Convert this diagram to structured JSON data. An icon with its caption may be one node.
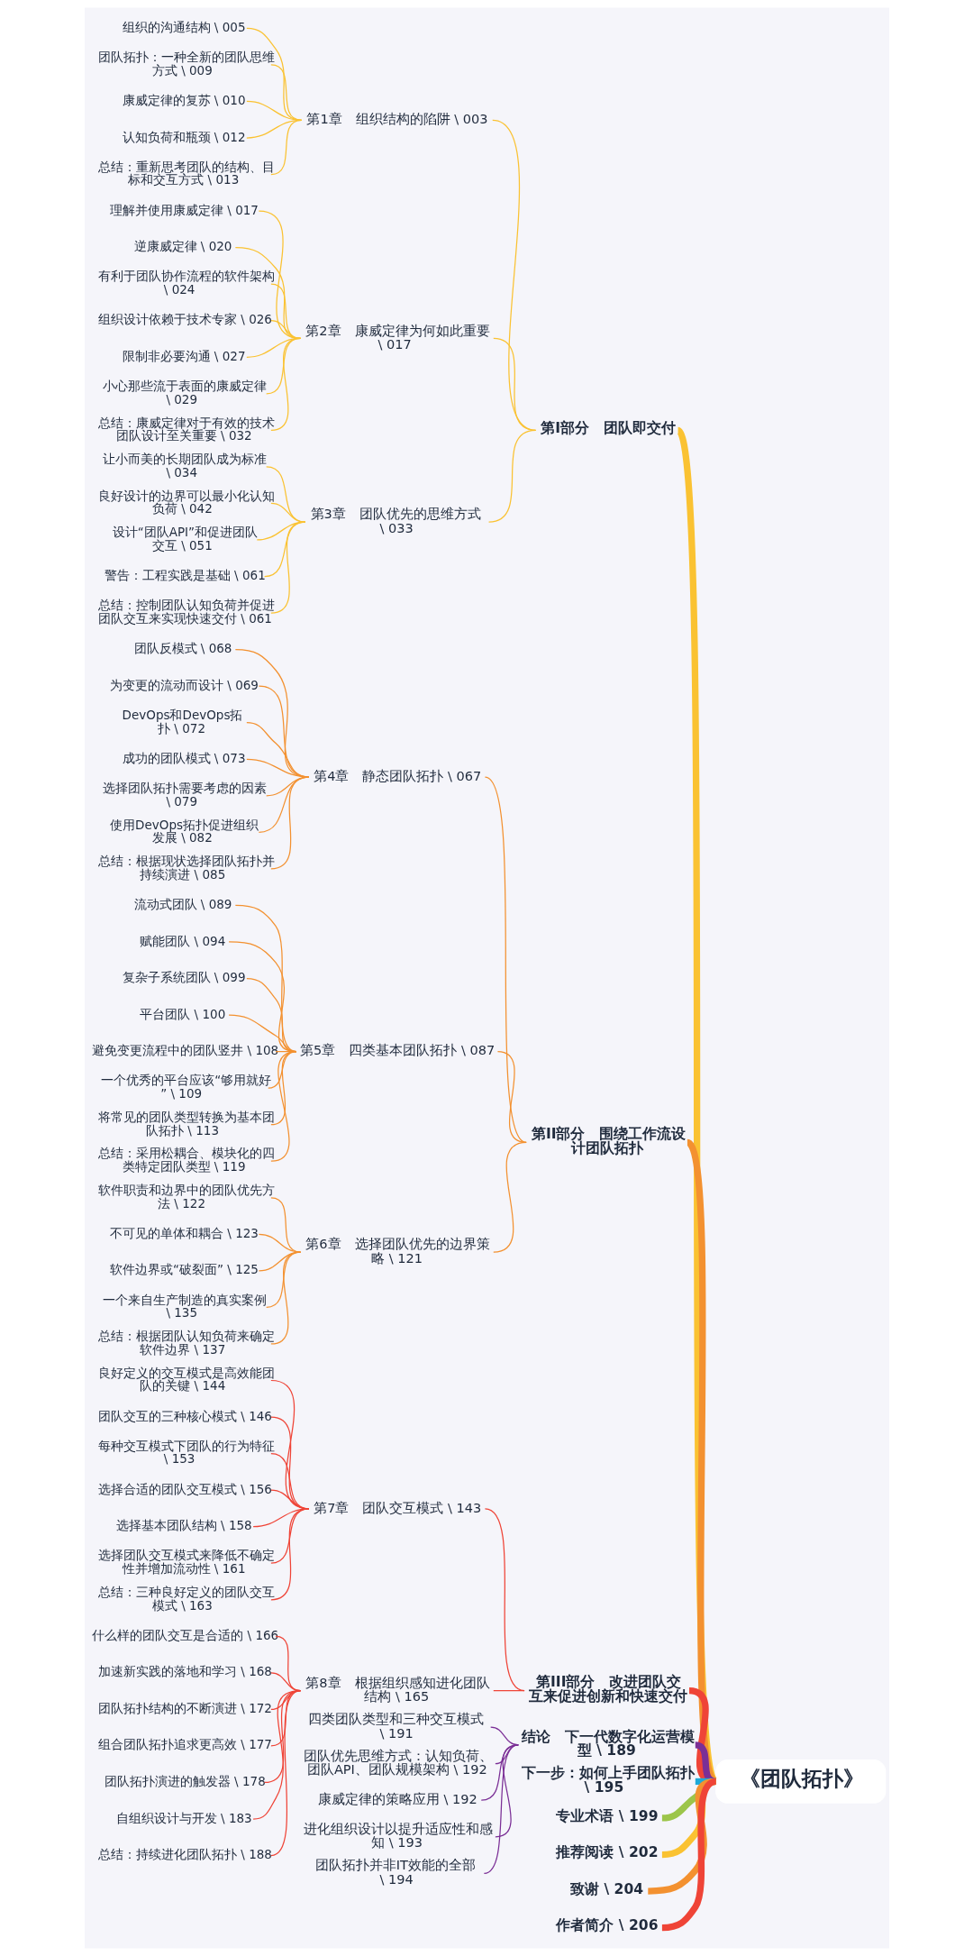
{
  "diagram": {
    "nodes": [
      {
        "text": [
          "《团队拓扑》"
        ]
      },
      {
        "text": [
          "第I部分　团队即交付"
        ]
      },
      {
        "text": [
          "第1章　组织结构的陷阱 \\ 003"
        ]
      },
      {
        "text": [
          "组织的沟通结构 \\ 005"
        ]
      },
      {
        "text": [
          "团队拓扑：一种全新的团队思维方式 \\ 009"
        ]
      },
      {
        "text": [
          "康威定律的复苏 \\ 010"
        ]
      },
      {
        "text": [
          "认知负荷和瓶颈 \\ 012"
        ]
      },
      {
        "text": [
          "总结：重新思考团队的结构、目标和交互方式 \\ 013"
        ]
      },
      {
        "text": [
          "第2章　康威定律为何如此重要 \\ 017"
        ]
      },
      {
        "text": [
          "理解并使用康威定律 \\ 017"
        ]
      },
      {
        "text": [
          "逆康威定律 \\ 020"
        ]
      },
      {
        "text": [
          "有利于团队协作流程的软件架构 \\ 024"
        ]
      },
      {
        "text": [
          "组织设计依赖于技术专家 \\ 026"
        ]
      },
      {
        "text": [
          "限制非必要沟通 \\ 027"
        ]
      },
      {
        "text": [
          "小心那些流于表面的康威定律 \\ 029"
        ]
      },
      {
        "text": [
          "总结：康威定律对于有效的技术团队设计至关重要 \\ 032"
        ]
      },
      {
        "text": [
          "第3章　团队优先的思维方式 \\ 033"
        ]
      },
      {
        "text": [
          "让小而美的长期团队成为标准 \\ 034"
        ]
      },
      {
        "text": [
          "良好设计的边界可以最小化认知负荷 \\ 042"
        ]
      },
      {
        "text": [
          "设计“团队API”和促进团队交互 \\ 051"
        ]
      },
      {
        "text": [
          "警告：工程实践是基础 \\ 061"
        ]
      },
      {
        "text": [
          "总结：控制团队认知负荷并促进团队交互来实现快速交付 \\ 061"
        ]
      },
      {
        "text": [
          "第II部分　围绕工作流设计团队拓扑"
        ]
      },
      {
        "text": [
          "第4章　静态团队拓扑 \\ 067"
        ]
      },
      {
        "text": [
          "团队反模式 \\ 068"
        ]
      },
      {
        "text": [
          "为变更的流动而设计 \\ 069"
        ]
      },
      {
        "text": [
          "DevOps和DevOps拓扑 \\ 072"
        ]
      },
      {
        "text": [
          "成功的团队模式 \\ 073"
        ]
      },
      {
        "text": [
          "选择团队拓扑需要考虑的因素 \\ 079"
        ]
      },
      {
        "text": [
          "使用DevOps拓扑促进组织发展 \\ 082"
        ]
      },
      {
        "text": [
          "总结：根据现状选择团队拓扑并持续演进 \\ 085"
        ]
      },
      {
        "text": [
          "第5章　四类基本团队拓扑 \\ 087"
        ]
      },
      {
        "text": [
          "流动式团队 \\ 089"
        ]
      },
      {
        "text": [
          "赋能团队 \\ 094"
        ]
      },
      {
        "text": [
          "复杂子系统团队 \\ 099"
        ]
      },
      {
        "text": [
          "平台团队 \\ 100"
        ]
      },
      {
        "text": [
          "避免变更流程中的团队竖井 \\ 108"
        ]
      },
      {
        "text": [
          "一个优秀的平台应该“够用就好” \\ 109"
        ]
      },
      {
        "text": [
          "将常见的团队类型转换为基本团队拓扑 \\ 113"
        ]
      },
      {
        "text": [
          "总结：采用松耦合、模块化的四类特定团队类型 \\ 119"
        ]
      },
      {
        "text": [
          "第6章　选择团队优先的边界策略 \\ 121"
        ]
      },
      {
        "text": [
          "软件职责和边界中的团队优先方法 \\ 122"
        ]
      },
      {
        "text": [
          "不可见的单体和耦合 \\ 123"
        ]
      },
      {
        "text": [
          "软件边界或“破裂面” \\ 125"
        ]
      },
      {
        "text": [
          "一个来自生产制造的真实案例 \\ 135"
        ]
      },
      {
        "text": [
          "总结：根据团队认知负荷来确定软件边界 \\ 137"
        ]
      },
      {
        "text": [
          "第III部分　改进团队交互来促进创新和快速交付"
        ]
      },
      {
        "text": [
          "第7章　团队交互模式 \\ 143"
        ]
      },
      {
        "text": [
          "良好定义的交互模式是高效能团队的关键 \\ 144"
        ]
      },
      {
        "text": [
          "团队交互的三种核心模式 \\ 146"
        ]
      },
      {
        "text": [
          "每种交互模式下团队的行为特征 \\ 153"
        ]
      },
      {
        "text": [
          "选择合适的团队交互模式 \\ 156"
        ]
      },
      {
        "text": [
          "选择基本团队结构 \\ 158"
        ]
      },
      {
        "text": [
          "选择团队交互模式来降低不确定性并增加流动性 \\ 161"
        ]
      },
      {
        "text": [
          "总结：三种良好定义的团队交互模式 \\ 163"
        ]
      },
      {
        "text": [
          "第8章　根据组织感知进化团队结构 \\ 165"
        ]
      },
      {
        "text": [
          "什么样的团队交互是合适的 \\ 166"
        ]
      },
      {
        "text": [
          "加速新实践的落地和学习 \\ 168"
        ]
      },
      {
        "text": [
          "团队拓扑结构的不断演进 \\ 172"
        ]
      },
      {
        "text": [
          "组合团队拓扑追求更高效 \\ 177"
        ]
      },
      {
        "text": [
          "团队拓扑演进的触发器 \\ 178"
        ]
      },
      {
        "text": [
          "自组织设计与开发 \\ 183"
        ]
      },
      {
        "text": [
          "总结：持续进化团队拓扑 \\ 188"
        ]
      },
      {
        "text": [
          "结论　下一代数字化运营模型 \\ 189"
        ]
      },
      {
        "text": [
          "四类团队类型和三种交互模式 \\ 191"
        ]
      },
      {
        "text": [
          "团队优先思维方式：认知负荷、团队API、团队规模架构 \\ 192"
        ]
      },
      {
        "text": [
          "康威定律的策略应用 \\ 192"
        ]
      },
      {
        "text": [
          "进化组织设计以提升适应性和感知 \\ 193"
        ]
      },
      {
        "text": [
          "团队拓扑并非IT效能的全部 \\ 194"
        ]
      },
      {
        "text": [
          "下一步：如何上手团队拓扑 \\ 195"
        ]
      },
      {
        "text": [
          "专业术语 \\ 199"
        ]
      },
      {
        "text": [
          "推荐阅读 \\ 202"
        ]
      },
      {
        "text": [
          "致谢 \\ 204"
        ]
      },
      {
        "text": [
          "作者简介 \\ 206"
        ]
      }
    ],
    "edges": [
      {
        "from": 0,
        "to": 1,
        "arrow": "none",
        "style": "thick",
        "color": "#fac232"
      },
      {
        "from": 1,
        "to": 2,
        "arrow": "none",
        "color": "#fac232"
      },
      {
        "from": 2,
        "to": 3,
        "arrow": "none",
        "color": "#fac232"
      },
      {
        "from": 2,
        "to": 4,
        "arrow": "none",
        "color": "#fac232"
      },
      {
        "from": 2,
        "to": 5,
        "arrow": "none",
        "color": "#fac232"
      },
      {
        "from": 2,
        "to": 6,
        "arrow": "none",
        "color": "#fac232"
      },
      {
        "from": 2,
        "to": 7,
        "arrow": "none",
        "color": "#fac232"
      },
      {
        "from": 1,
        "to": 8,
        "arrow": "none",
        "color": "#fac232"
      },
      {
        "from": 8,
        "to": 9,
        "arrow": "none",
        "color": "#fac232"
      },
      {
        "from": 8,
        "to": 10,
        "arrow": "none",
        "color": "#fac232"
      },
      {
        "from": 8,
        "to": 11,
        "arrow": "none",
        "color": "#fac232"
      },
      {
        "from": 8,
        "to": 12,
        "arrow": "none",
        "color": "#fac232"
      },
      {
        "from": 8,
        "to": 13,
        "arrow": "none",
        "color": "#fac232"
      },
      {
        "from": 8,
        "to": 14,
        "arrow": "none",
        "color": "#fac232"
      },
      {
        "from": 8,
        "to": 15,
        "arrow": "none",
        "color": "#fac232"
      },
      {
        "from": 1,
        "to": 16,
        "arrow": "none",
        "color": "#fac232"
      },
      {
        "from": 16,
        "to": 17,
        "arrow": "none",
        "color": "#fac232"
      },
      {
        "from": 16,
        "to": 18,
        "arrow": "none",
        "color": "#fac232"
      },
      {
        "from": 16,
        "to": 19,
        "arrow": "none",
        "color": "#fac232"
      },
      {
        "from": 16,
        "to": 20,
        "arrow": "none",
        "color": "#fac232"
      },
      {
        "from": 16,
        "to": 21,
        "arrow": "none",
        "color": "#fac232"
      },
      {
        "from": 0,
        "to": 22,
        "arrow": "none",
        "style": "thick",
        "color": "#f39130"
      },
      {
        "from": 22,
        "to": 23,
        "arrow": "none",
        "color": "#f39130"
      },
      {
        "from": 23,
        "to": 24,
        "arrow": "none",
        "color": "#f39130"
      },
      {
        "from": 23,
        "to": 25,
        "arrow": "none",
        "color": "#f39130"
      },
      {
        "from": 23,
        "to": 26,
        "arrow": "none",
        "color": "#f39130"
      },
      {
        "from": 23,
        "to": 27,
        "arrow": "none",
        "color": "#f39130"
      },
      {
        "from": 23,
        "to": 28,
        "arrow": "none",
        "color": "#f39130"
      },
      {
        "from": 23,
        "to": 29,
        "arrow": "none",
        "color": "#f39130"
      },
      {
        "from": 23,
        "to": 30,
        "arrow": "none",
        "color": "#f39130"
      },
      {
        "from": 22,
        "to": 31,
        "arrow": "none",
        "color": "#f39130"
      },
      {
        "from": 31,
        "to": 32,
        "arrow": "none",
        "color": "#f39130"
      },
      {
        "from": 31,
        "to": 33,
        "arrow": "none",
        "color": "#f39130"
      },
      {
        "from": 31,
        "to": 34,
        "arrow": "none",
        "color": "#f39130"
      },
      {
        "from": 31,
        "to": 35,
        "arrow": "none",
        "color": "#f39130"
      },
      {
        "from": 31,
        "to": 36,
        "arrow": "none",
        "color": "#f39130"
      },
      {
        "from": 31,
        "to": 37,
        "arrow": "none",
        "color": "#f39130"
      },
      {
        "from": 31,
        "to": 38,
        "arrow": "none",
        "color": "#f39130"
      },
      {
        "from": 31,
        "to": 39,
        "arrow": "none",
        "color": "#f39130"
      },
      {
        "from": 22,
        "to": 40,
        "arrow": "none",
        "color": "#f39130"
      },
      {
        "from": 40,
        "to": 41,
        "arrow": "none",
        "color": "#f39130"
      },
      {
        "from": 40,
        "to": 42,
        "arrow": "none",
        "color": "#f39130"
      },
      {
        "from": 40,
        "to": 43,
        "arrow": "none",
        "color": "#f39130"
      },
      {
        "from": 40,
        "to": 44,
        "arrow": "none",
        "color": "#f39130"
      },
      {
        "from": 40,
        "to": 45,
        "arrow": "none",
        "color": "#f39130"
      },
      {
        "from": 0,
        "to": 46,
        "arrow": "none",
        "style": "thick",
        "color": "#ef4437"
      },
      {
        "from": 46,
        "to": 47,
        "arrow": "none",
        "color": "#ef4437"
      },
      {
        "from": 47,
        "to": 48,
        "arrow": "none",
        "color": "#ef4437"
      },
      {
        "from": 47,
        "to": 49,
        "arrow": "none",
        "color": "#ef4437"
      },
      {
        "from": 47,
        "to": 50,
        "arrow": "none",
        "color": "#ef4437"
      },
      {
        "from": 47,
        "to": 51,
        "arrow": "none",
        "color": "#ef4437"
      },
      {
        "from": 47,
        "to": 52,
        "arrow": "none",
        "color": "#ef4437"
      },
      {
        "from": 47,
        "to": 53,
        "arrow": "none",
        "color": "#ef4437"
      },
      {
        "from": 47,
        "to": 54,
        "arrow": "none",
        "color": "#ef4437"
      },
      {
        "from": 46,
        "to": 55,
        "arrow": "none",
        "color": "#ef4437"
      },
      {
        "from": 55,
        "to": 56,
        "arrow": "none",
        "color": "#ef4437"
      },
      {
        "from": 55,
        "to": 57,
        "arrow": "none",
        "color": "#ef4437"
      },
      {
        "from": 55,
        "to": 58,
        "arrow": "none",
        "color": "#ef4437"
      },
      {
        "from": 55,
        "to": 59,
        "arrow": "none",
        "color": "#ef4437"
      },
      {
        "from": 55,
        "to": 60,
        "arrow": "none",
        "color": "#ef4437"
      },
      {
        "from": 55,
        "to": 61,
        "arrow": "none",
        "color": "#ef4437"
      },
      {
        "from": 55,
        "to": 62,
        "arrow": "none",
        "color": "#ef4437"
      },
      {
        "from": 0,
        "to": 63,
        "arrow": "none",
        "style": "thick",
        "color": "#7b2f96"
      },
      {
        "from": 63,
        "to": 64,
        "arrow": "none",
        "color": "#7b2f96"
      },
      {
        "from": 63,
        "to": 65,
        "arrow": "none",
        "color": "#7b2f96"
      },
      {
        "from": 63,
        "to": 66,
        "arrow": "none",
        "color": "#7b2f96"
      },
      {
        "from": 63,
        "to": 67,
        "arrow": "none",
        "color": "#7b2f96"
      },
      {
        "from": 63,
        "to": 68,
        "arrow": "none",
        "color": "#7b2f96"
      },
      {
        "from": 0,
        "to": 69,
        "arrow": "none",
        "style": "thick",
        "color": "#1eaad8"
      },
      {
        "from": 0,
        "to": 70,
        "arrow": "none",
        "style": "thick",
        "color": "#9cc54a"
      },
      {
        "from": 0,
        "to": 71,
        "arrow": "none",
        "style": "thick",
        "color": "#fac232"
      },
      {
        "from": 0,
        "to": 72,
        "arrow": "none",
        "style": "thick",
        "color": "#f39130"
      },
      {
        "from": 0,
        "to": 73,
        "arrow": "none",
        "style": "thick",
        "color": "#ef4437"
      }
    ]
  }
}
